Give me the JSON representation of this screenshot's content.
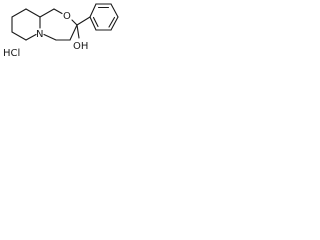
{
  "molecule": {
    "atoms": {
      "ring_oxygen": "O",
      "ring_nitrogen": "N",
      "hydroxyl": "OH"
    },
    "salt": "HCl"
  }
}
